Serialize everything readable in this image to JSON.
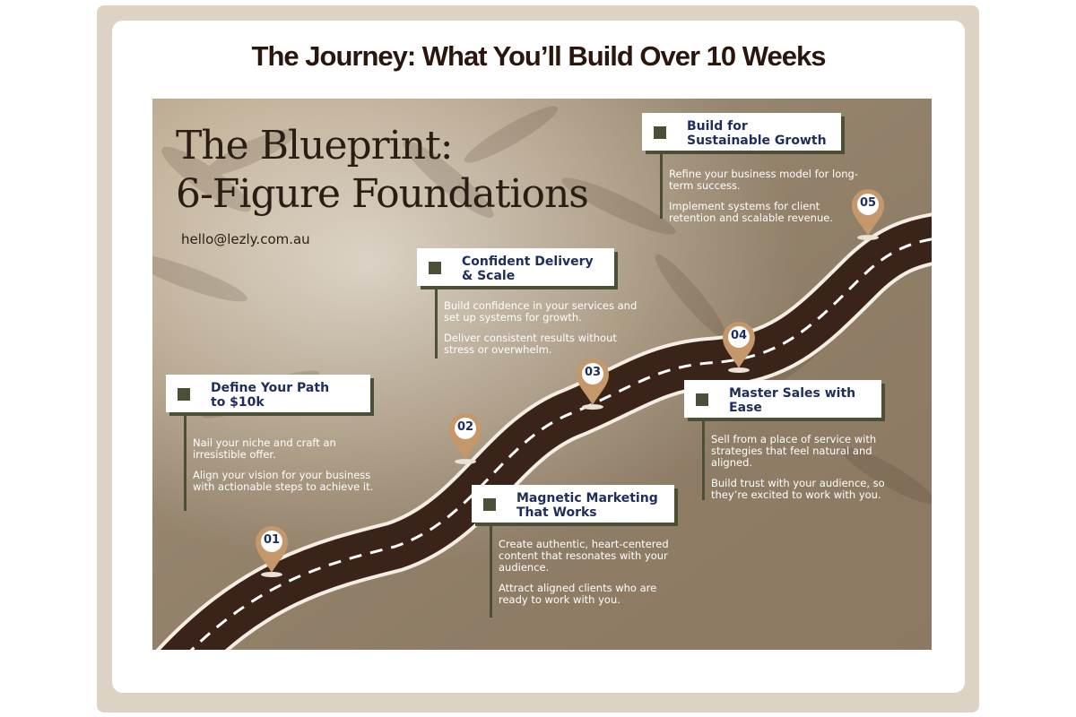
{
  "page": {
    "heading": "The Journey: What You’ll Build Over 10 Weeks"
  },
  "blueprint": {
    "title_line1": "The Blueprint:",
    "title_line2": "6-Figure Foundations",
    "email": "hello@lezly.com.au"
  },
  "steps": [
    {
      "number": "01",
      "title": "Define Your Path\nto $10k",
      "bullets": [
        "Nail your niche and craft an irresistible offer.",
        "Align your vision for your business with actionable steps to achieve it."
      ]
    },
    {
      "number": "02",
      "title": "Magnetic Marketing\nThat Works",
      "bullets": [
        "Create authentic, heart-centered content that resonates with your audience.",
        "Attract aligned clients who are ready to work with you."
      ]
    },
    {
      "number": "03",
      "title": "Confident Delivery\n& Scale",
      "bullets": [
        "Build confidence in your services and set up systems for growth.",
        "Deliver consistent results without stress or overwhelm."
      ]
    },
    {
      "number": "04",
      "title": "Master Sales with\nEase",
      "bullets": [
        "Sell from a place of service with strategies that feel natural and aligned.",
        "Build trust with your audience, so they’re excited to work with you."
      ]
    },
    {
      "number": "05",
      "title": "Build for\nSustainable Growth",
      "bullets": [
        "Refine your business model for long-term success.",
        "Implement systems for client retention and scalable revenue."
      ]
    }
  ],
  "colors": {
    "road": "#3a2419",
    "accent_olive": "#4a4f36",
    "pin": "#c4986a",
    "title_navy": "#1e2d5c"
  }
}
